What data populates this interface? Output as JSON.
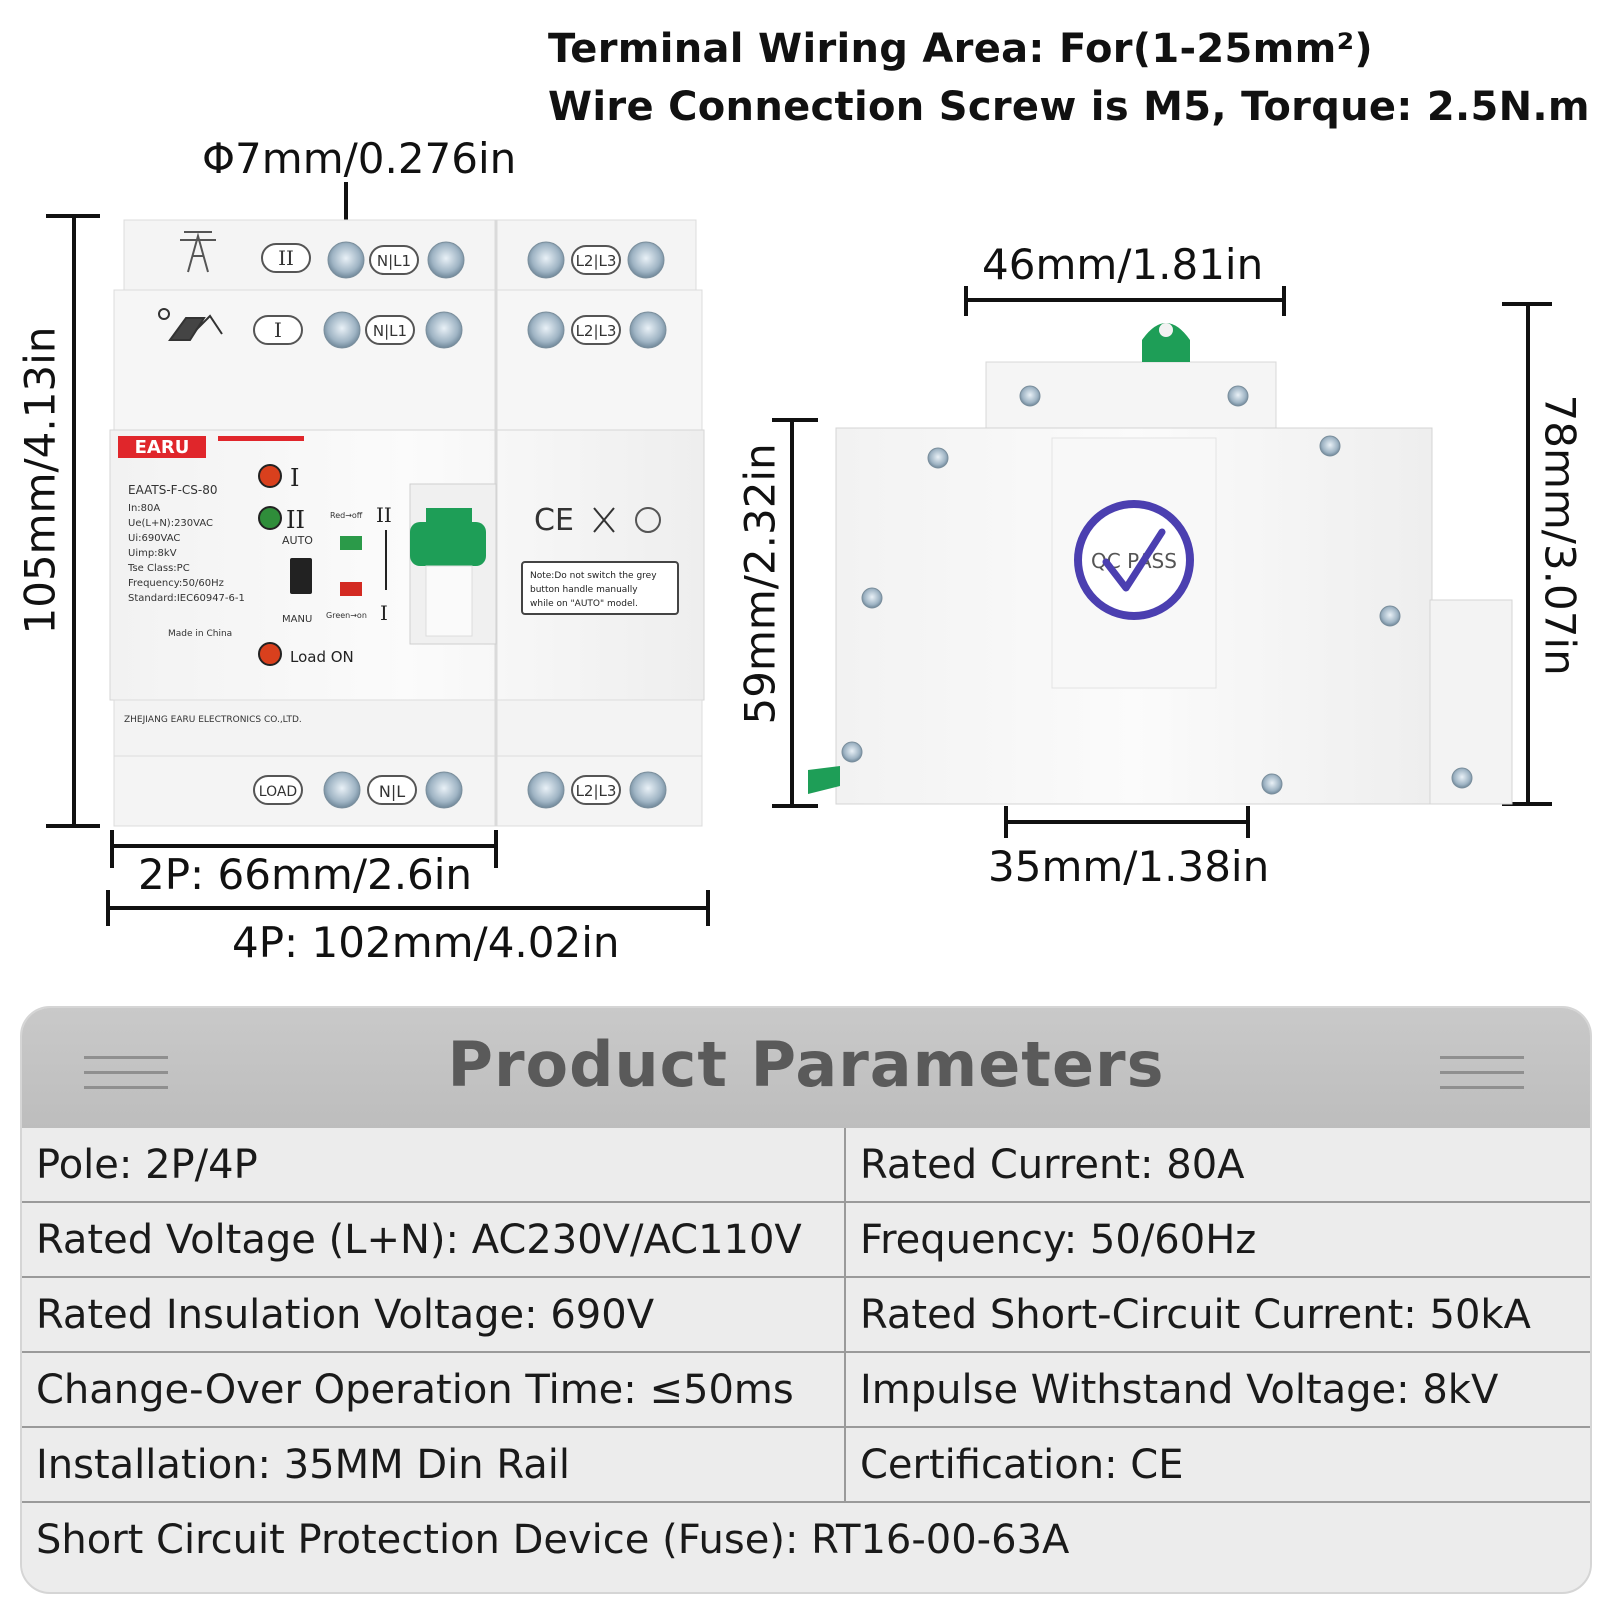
{
  "header": {
    "line1": "Terminal Wiring Area: For(1-25mm²)",
    "line2": "Wire Connection Screw is M5, Torque: 2.5N.m"
  },
  "dimensions": {
    "hole": "Φ7mm/0.276in",
    "height_front": "105mm/4.13in",
    "width_2p": "2P: 66mm/2.6in",
    "width_4p": "4P: 102mm/4.02in",
    "top_width_side": "46mm/1.81in",
    "height_side_inner": "59mm/2.32in",
    "height_side_outer": "78mm/3.07in",
    "rail_width": "35mm/1.38in"
  },
  "device_front": {
    "brand": "EARU",
    "model": "EAATS-F-CS-80",
    "specs": [
      "In:80A",
      "Ue(L+N):230VAC",
      "Ui:690VAC",
      "Uimp:8kV",
      "Tse Class:PC",
      "Frequency:50/60Hz",
      "Standard:IEC60947-6-1"
    ],
    "made_in": "Made in China",
    "manufacturer": "ZHEJIANG EARU ELECTRONICS CO.,LTD.",
    "source_i": "I",
    "source_ii": "II",
    "auto_label": "AUTO",
    "manu_label": "MANU",
    "red_label": "Red→off",
    "green_label": "Green→on",
    "load_on": "Load ON",
    "note": [
      "Note:Do not switch the grey",
      "button handle manually",
      "while on \"AUTO\" model."
    ],
    "terminal_nl1": "N|L1",
    "terminal_l2l3": "L2|L3",
    "terminal_nl": "N|L",
    "terminal_load": "LOAD",
    "ce_mark": "CE",
    "qc_pass": "QC PASS"
  },
  "parameters": {
    "title": "Product Parameters",
    "rows": [
      [
        "Pole: 2P/4P",
        "Rated Current: 80A"
      ],
      [
        "Rated Voltage (L+N): AC230V/AC110V",
        "Frequency: 50/60Hz"
      ],
      [
        "Rated Insulation Voltage: 690V",
        "Rated Short-Circuit Current: 50kA"
      ],
      [
        "Change-Over Operation Time: ≤50ms",
        "Impulse Withstand Voltage: 8kV"
      ],
      [
        "Installation: 35MM Din Rail",
        "Certification: CE"
      ]
    ],
    "full_row": "Short Circuit Protection Device (Fuse): RT16-00-63A"
  },
  "colors": {
    "brand_red": "#e0262b",
    "handle_green": "#1e9e57",
    "qc_blue": "#4b3fb0",
    "panel_header": "#c4c4c4"
  }
}
